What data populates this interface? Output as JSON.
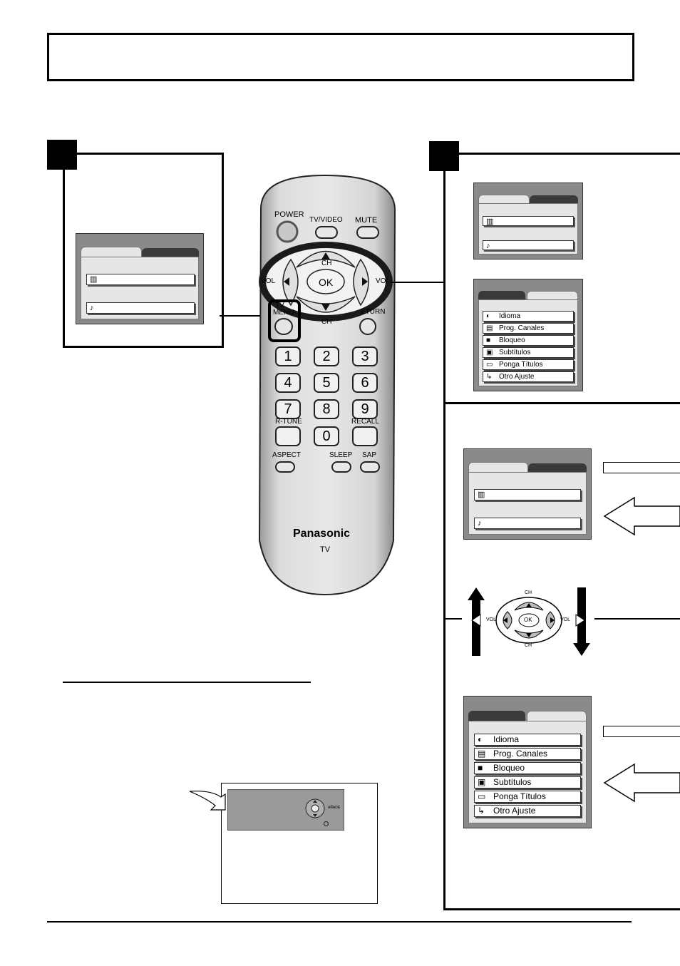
{
  "remote": {
    "power": "POWER",
    "tv_video": "TV/VIDEO",
    "mute": "MUTE",
    "ch_top": "CH",
    "ch_bottom": "CH",
    "vol_left": "VOL",
    "vol_right": "VOL",
    "ok": "OK",
    "tv": "TV",
    "menu": "MENU",
    "return": "ETURN",
    "numbers": [
      "1",
      "2",
      "3",
      "4",
      "5",
      "6",
      "7",
      "8",
      "9",
      "0"
    ],
    "rtune": "R-TUNE",
    "recall": "RECALL",
    "aspect": "ASPECT",
    "sleep": "SLEEP",
    "sap": "SAP",
    "brand": "Panasonic",
    "brand_sub": "TV"
  },
  "menu_items": [
    "Idioma",
    "Prog. Canales",
    "Bloqueo",
    "Subtítulos",
    "Ponga Títulos",
    "Otro Ajuste"
  ],
  "menu_icons": [
    "idioma-icon",
    "prog-canales-icon",
    "bloqueo-icon",
    "subtitulos-icon",
    "ponga-titulos-icon",
    "otro-ajuste-icon"
  ],
  "nav_pad": {
    "ch_top": "CH",
    "ch_bottom": "CH",
    "vol_left": "VOL",
    "vol_right": "VOL",
    "ok": "OK"
  },
  "small_screen": {
    "label": "AÑADE"
  }
}
